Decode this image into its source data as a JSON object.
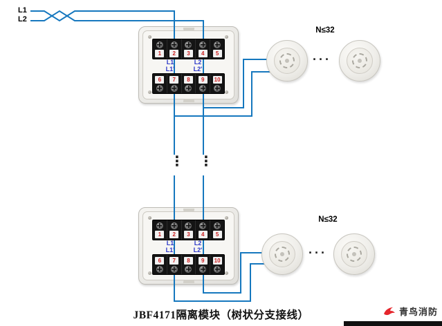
{
  "feed": {
    "l1": "L1",
    "l2": "L2"
  },
  "module": {
    "upper_terminals": [
      "1",
      "2",
      "3",
      "4",
      "5"
    ],
    "lower_terminals": [
      "6",
      "7",
      "8",
      "9",
      "10"
    ],
    "io_labels": {
      "l1": "L1",
      "l2": "L2",
      "l1p": "L1'",
      "l2p": "L2'"
    }
  },
  "detectors": {
    "top": {
      "limit": "N≤32",
      "ellipsis": "···"
    },
    "bottom": {
      "limit": "N≤32",
      "ellipsis": "···"
    }
  },
  "continuation_ellipsis": "⋮",
  "caption": "JBF4171隔离模块（树状分支接线）",
  "brand": {
    "name": "青鸟消防"
  },
  "colors": {
    "wire_blue": "#1577be",
    "terminal_number_red": "#cc1f1f",
    "io_label_blue": "#2a35c8",
    "brand_red": "#e5262c",
    "strip_black": "#141414"
  }
}
